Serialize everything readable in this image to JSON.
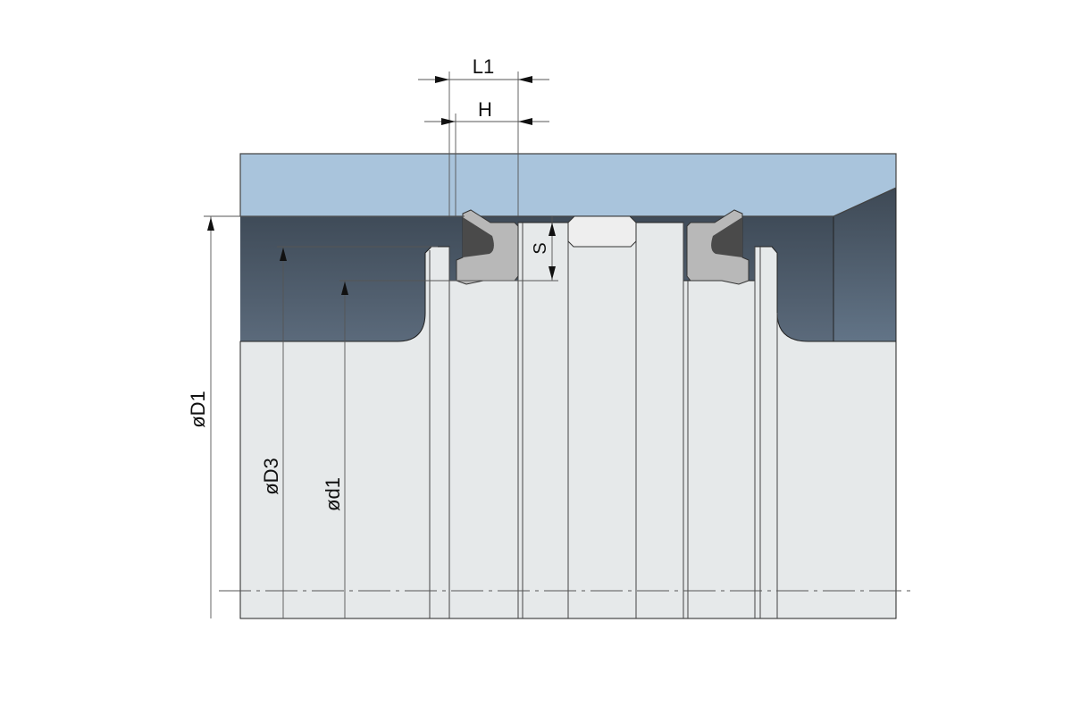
{
  "labels": {
    "L1": "L1",
    "H": "H",
    "S": "S",
    "D1": "øD1",
    "D3": "øD3",
    "d1": "ød1"
  },
  "colors": {
    "cylinder": "#a9c4dc",
    "housing": "#4a5868",
    "piston": "#e6e9ea",
    "seal": "#b8b8b8",
    "seal_inner": "#4a4a4a",
    "guide_ring": "#eeeeee"
  }
}
